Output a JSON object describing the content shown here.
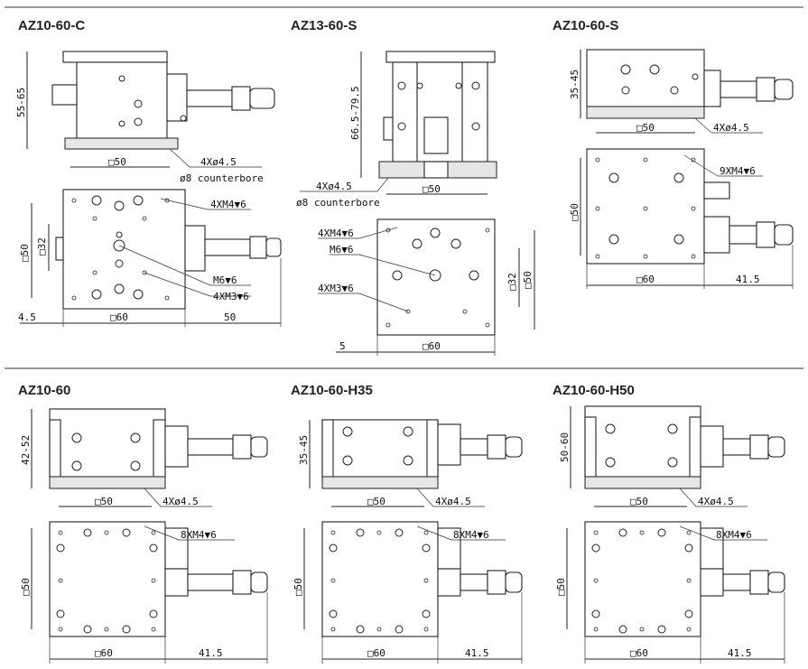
{
  "models": [
    {
      "title": "AZ10-60-C",
      "height_dim": "55-65",
      "base_dim": "□50",
      "hole_note": "4Xø4.5",
      "hole_note2": "ø8 counterbore",
      "top_holes": "4XM4▼6",
      "side": "□50",
      "side2": "□32",
      "c1": "M6▼6",
      "c2": "4XM3▼6",
      "w": "□60",
      "left": "4.5",
      "right": "50"
    },
    {
      "title": "AZ13-60-S",
      "height_dim": "66.5-79.5",
      "base_dim": "□50",
      "hole_note": "4Xø4.5",
      "hole_note2": "ø8 counterbore",
      "top_holes": "4XM4▼6",
      "c1": "M6▼6",
      "c2": "4XM3▼6",
      "side": "□50",
      "side2": "□32",
      "w": "□60",
      "left": "5"
    },
    {
      "title": "AZ10-60-S",
      "height_dim": "35-45",
      "base_dim": "□50",
      "hole_note": "4Xø4.5",
      "top_holes": "9XM4▼6",
      "side": "□50",
      "w": "□60",
      "right": "41.5"
    },
    {
      "title": "AZ10-60",
      "height_dim": "42-52",
      "base_dim": "□50",
      "hole_note": "4Xø4.5",
      "top_holes": "8XM4▼6",
      "side": "□50",
      "w": "□60",
      "right": "41.5"
    },
    {
      "title": "AZ10-60-H35",
      "height_dim": "35-45",
      "base_dim": "□50",
      "hole_note": "4Xø4.5",
      "top_holes": "8XM4▼6",
      "side": "□50",
      "w": "□60",
      "right": "41.5"
    },
    {
      "title": "AZ10-60-H50",
      "height_dim": "50-60",
      "base_dim": "□50",
      "hole_note": "4Xø4.5",
      "top_holes": "8XM4▼6",
      "side": "□50",
      "w": "□60",
      "right": "41.5"
    }
  ]
}
